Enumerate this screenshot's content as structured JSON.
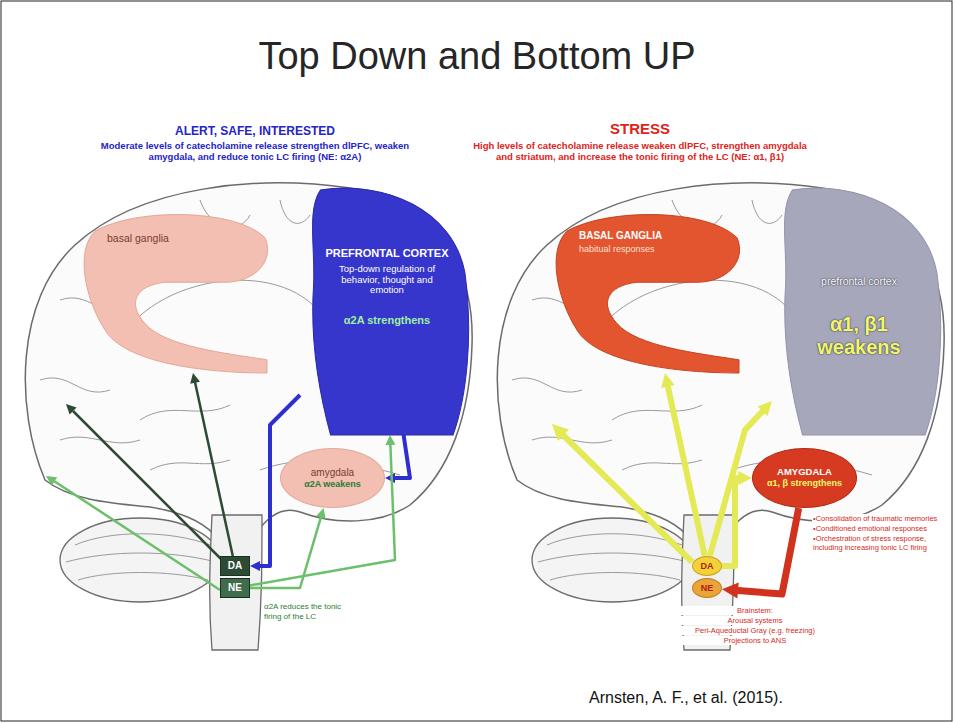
{
  "diagram": {
    "title": "Top Down and Bottom UP",
    "caption": "Arnsten, A. F., et al. (2015).",
    "nodes": [
      {
        "text": [
          "basal ganglia"
        ]
      },
      {
        "text": [
          "PREFRONTAL CORTEX",
          "Top-down regulation of behavior, thought and emotion",
          "α2A strengthens"
        ]
      },
      {
        "text": [
          "amygdala",
          "α2A weakens"
        ]
      },
      {
        "text": [
          "DA"
        ]
      },
      {
        "text": [
          "NE"
        ]
      },
      {
        "text": [
          "BASAL GANGLIA",
          "habitual responses"
        ]
      },
      {
        "text": [
          "prefrontal cortex",
          "α1, β1 weakens"
        ]
      },
      {
        "text": [
          "AMYGDALA",
          "α1, β strengthens"
        ]
      },
      {
        "text": [
          "DA"
        ]
      },
      {
        "text": [
          "NE"
        ]
      }
    ],
    "edges": [
      {
        "from": 3,
        "to": 0,
        "arrow": "to"
      },
      {
        "from": 1,
        "to": 3,
        "arrow": "to"
      },
      {
        "from": 1,
        "to": 2,
        "arrow": "to"
      },
      {
        "from": 4,
        "to": 1,
        "arrow": "to"
      },
      {
        "from": 4,
        "to": 2,
        "arrow": "to"
      },
      {
        "from": 8,
        "to": 5,
        "arrow": "to"
      },
      {
        "from": 8,
        "to": 6,
        "arrow": "to"
      },
      {
        "from": 8,
        "to": 7,
        "arrow": "to"
      },
      {
        "from": 7,
        "to": 9,
        "arrow": "to"
      }
    ],
    "labels": [
      "ALERT, SAFE, INTERESTED",
      "Moderate levels of catecholamine release strengthen dlPFC, weaken amygdala, and reduce tonic LC firing (NE: α2A)",
      "α2A reduces the tonic firing of the LC",
      "STRESS",
      "High levels of catecholamine release weaken dlPFC, strengthen amygdala and striatum, and increase the tonic firing of the LC (NE: α1, β1)",
      "•Consolidation of traumatic memories",
      "•Conditioned emotional responses",
      "•Orchestration of stress response, including increasing tonic LC firing",
      "Brainstem:",
      "Arousal systems",
      "Peri-Aqueductal Gray (e.g. freezing)",
      "Projections to ANS"
    ]
  }
}
